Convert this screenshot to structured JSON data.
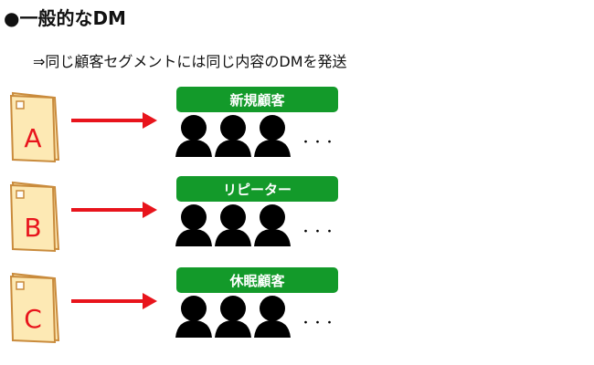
{
  "title": "●一般的なDM",
  "subtitle": "⇒同じ顧客セグメントには同じ内容のDMを発送",
  "rows": [
    {
      "letter": "A",
      "segment": "新規顧客",
      "more": "・・・"
    },
    {
      "letter": "B",
      "segment": "リピーター",
      "more": "・・・"
    },
    {
      "letter": "C",
      "segment": "休眠顧客",
      "more": "・・・"
    }
  ],
  "colors": {
    "arrow": "#e8141c",
    "tag": "#139a2a",
    "booklet_fill": "#fde9b4",
    "booklet_stroke": "#c98b3c",
    "letter": "#e8141c",
    "person": "#000000"
  },
  "icons": [
    "booklet-icon",
    "arrow-right-icon",
    "person-icon"
  ]
}
